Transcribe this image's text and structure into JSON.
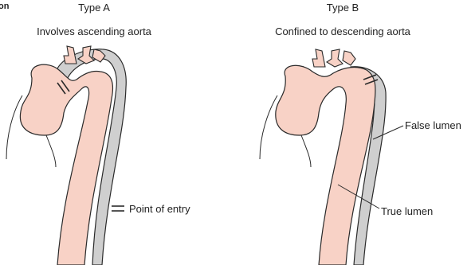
{
  "corner_fragment": "on",
  "panels": [
    {
      "title": "Type A",
      "subtitle": "Involves ascending aorta"
    },
    {
      "title": "Type B",
      "subtitle": "Confined to descending aorta"
    }
  ],
  "labels": {
    "point_of_entry": "Point of entry",
    "false_lumen": "False lumen",
    "true_lumen": "True lumen"
  },
  "colors": {
    "lumen_fill": "#f8d2c6",
    "false_lumen_fill": "#cfcfcf",
    "outline": "#2a2a2a"
  }
}
